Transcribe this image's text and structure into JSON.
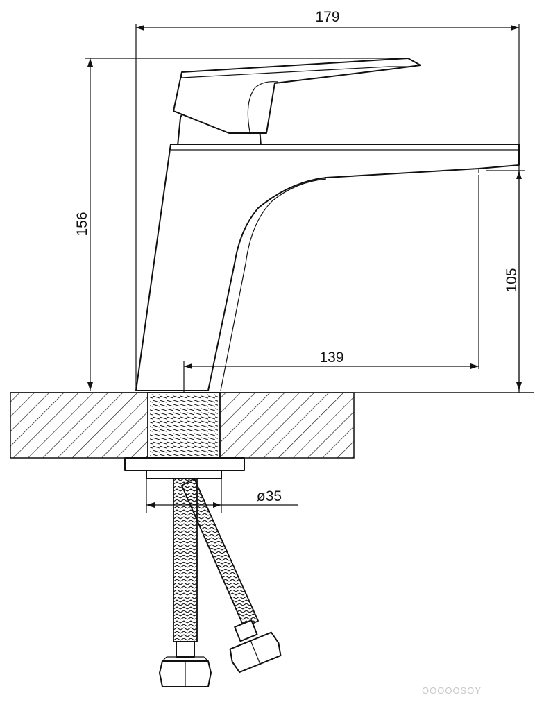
{
  "dimensions": {
    "overall_width": "179",
    "overall_height": "156",
    "spout_height": "105",
    "spout_reach": "139",
    "mount_diameter": "ø35"
  },
  "watermark": {
    "text": "OOOOOSOY"
  }
}
